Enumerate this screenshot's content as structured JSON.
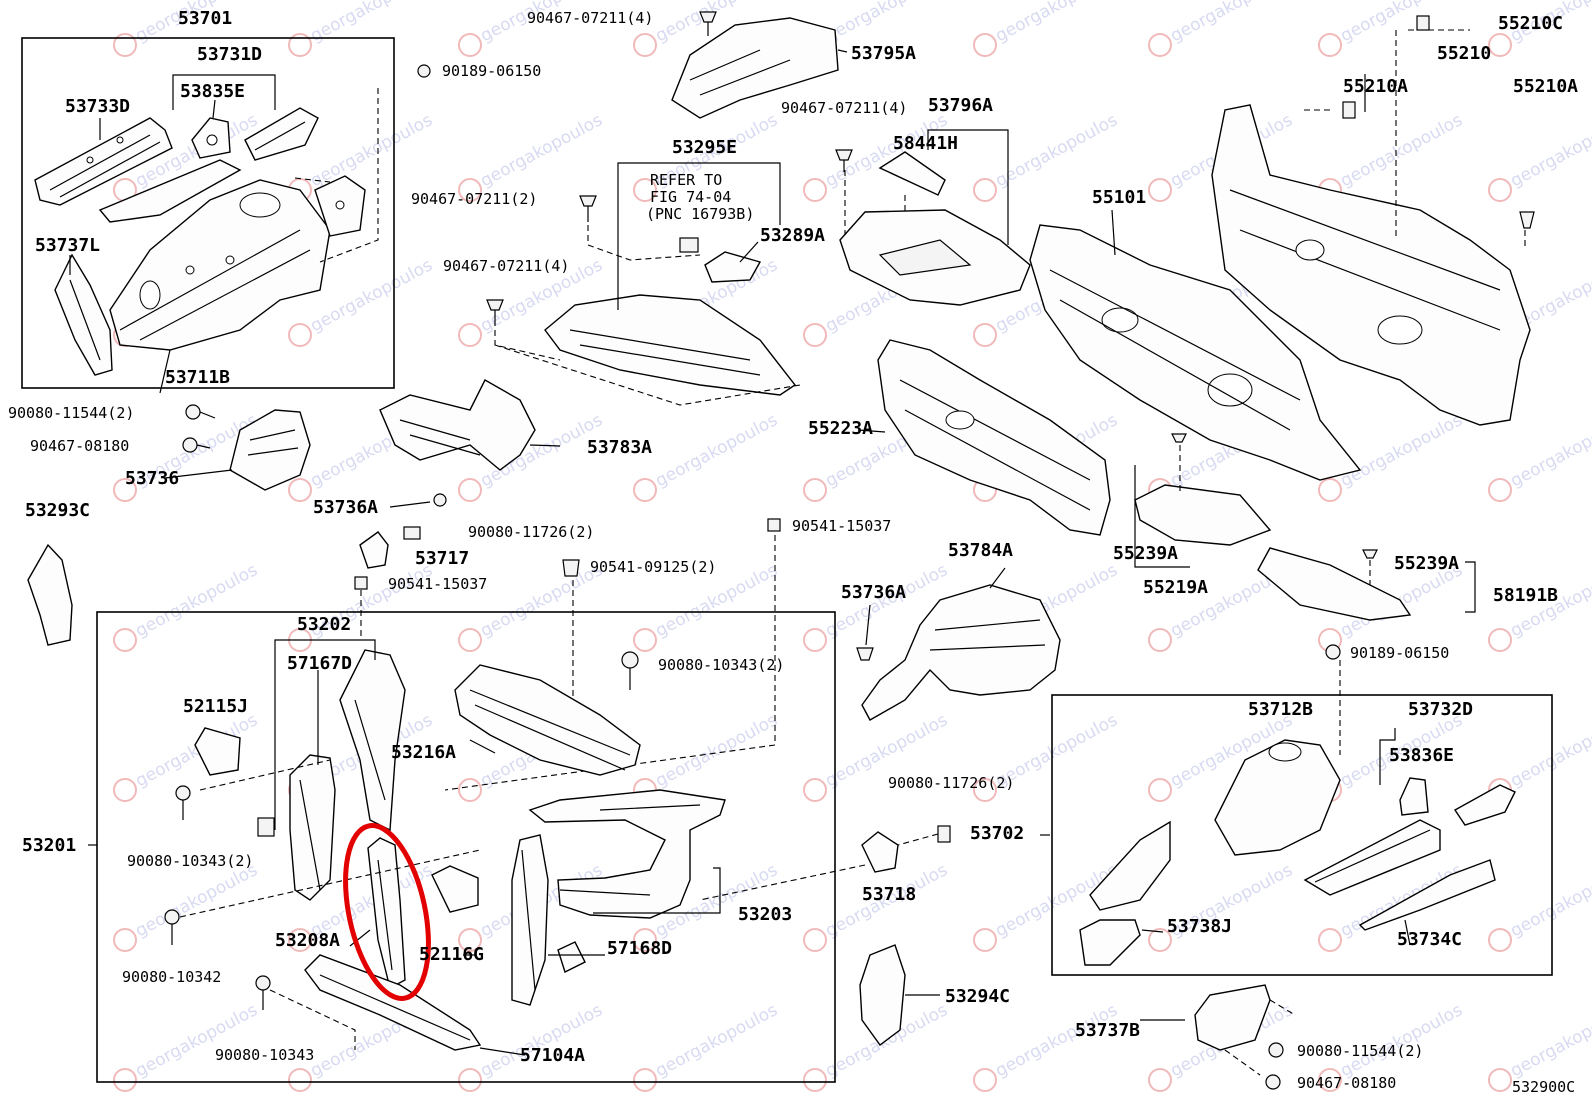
{
  "diagram_code": "532900C",
  "watermark_text": "georgakopoulos",
  "highlight_color": "#e30000",
  "refer_note": [
    "REFER TO",
    "FIG 74-04",
    "(PNC 16793B)"
  ],
  "labels": {
    "l53701": "53701",
    "l53731D": "53731D",
    "l53733D": "53733D",
    "l53835E": "53835E",
    "l53737L": "53737L",
    "l53711B": "53711B",
    "l90189_06150_a": "90189-06150",
    "l90467_07211_4a": "90467-07211(4)",
    "l53795A": "53795A",
    "l90467_07211_4b": "90467-07211(4)",
    "l53796A": "53796A",
    "l58441H": "58441H",
    "l53295E": "53295E",
    "l90467_07211_2": "90467-07211(2)",
    "l53289A": "53289A",
    "l90467_07211_4c": "90467-07211(4)",
    "l55210C": "55210C",
    "l55210": "55210",
    "l55210A_a": "55210A",
    "l55210A_b": "55210A",
    "l55101": "55101",
    "l90080_11544_2a": "90080-11544(2)",
    "l90467_08180_a": "90467-08180",
    "l53736": "53736",
    "l53783A": "53783A",
    "l53736A_a": "53736A",
    "l55223A": "55223A",
    "l55239A_a": "55239A",
    "l55219A": "55219A",
    "l55239A_b": "55239A",
    "l58191B": "58191B",
    "l53293C": "53293C",
    "l90080_11726_2a": "90080-11726(2)",
    "l53717": "53717",
    "l90541_15037_a": "90541-15037",
    "l90541_15037_b": "90541-15037",
    "l90541_09125_2": "90541-09125(2)",
    "l53784A": "53784A",
    "l53736A_b": "53736A",
    "l90189_06150_b": "90189-06150",
    "l53202": "53202",
    "l57167D": "57167D",
    "l52115J": "52115J",
    "l90080_10343_2a": "90080-10343(2)",
    "l53216A": "53216A",
    "l53201": "53201",
    "l90080_10343_2b": "90080-10343(2)",
    "l53208A": "53208A",
    "l52116G": "52116G",
    "l90080_10342": "90080-10342",
    "l90080_10343": "90080-10343",
    "l57104A": "57104A",
    "l57168D": "57168D",
    "l53203": "53203",
    "l90080_11726_2b": "90080-11726(2)",
    "l53718": "53718",
    "l53702": "53702",
    "l53712B": "53712B",
    "l53732D": "53732D",
    "l53836E": "53836E",
    "l53738J": "53738J",
    "l53734C": "53734C",
    "l53294C": "53294C",
    "l53737B": "53737B",
    "l90080_11544_2b": "90080-11544(2)",
    "l90467_08180_b": "90467-08180"
  }
}
